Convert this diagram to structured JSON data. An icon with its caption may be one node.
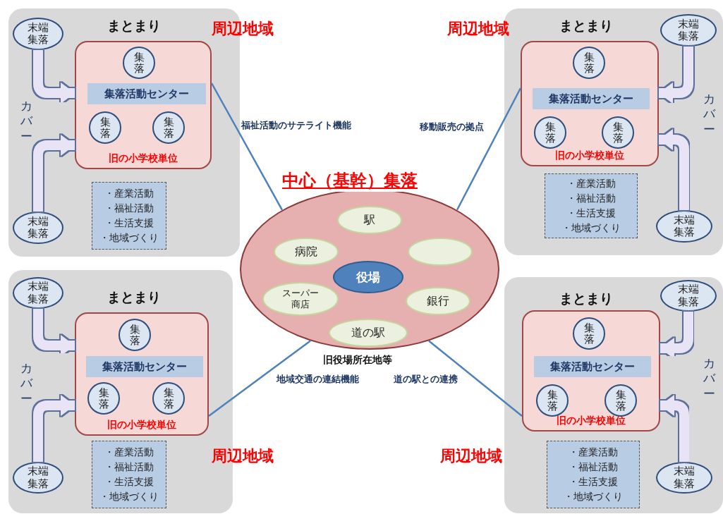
{
  "diagram": {
    "nodes": [
      {
        "text": [
          "まとまり"
        ],
        "beside": [
          "周辺地域"
        ]
      },
      {
        "text": [
          "末端集落"
        ],
        "in": 0
      },
      {
        "text": [
          "旧の小学校単位"
        ],
        "in": 0
      },
      {
        "text": [
          "集落"
        ],
        "in": 2
      },
      {
        "text": [
          "集落活動センター"
        ],
        "in": 2
      },
      {
        "text": [
          "集落"
        ],
        "in": 2
      },
      {
        "text": [
          "集落"
        ],
        "in": 2
      },
      {
        "text": [
          "末端集落"
        ],
        "in": 0
      },
      {
        "text": [
          "・産業活動",
          "・福祉活動",
          "・生活支援",
          "・地域づくり"
        ],
        "in": 0
      },
      {
        "text": [
          "まとまり"
        ],
        "beside": [
          "周辺地域"
        ]
      },
      {
        "text": [
          "末端集落"
        ],
        "in": 9
      },
      {
        "text": [
          "旧の小学校単位"
        ],
        "in": 9
      },
      {
        "text": [
          "集落"
        ],
        "in": 11
      },
      {
        "text": [
          "集落活動センター"
        ],
        "in": 11
      },
      {
        "text": [
          "集落"
        ],
        "in": 11
      },
      {
        "text": [
          "集落"
        ],
        "in": 11
      },
      {
        "text": [
          "末端集落"
        ],
        "in": 9
      },
      {
        "text": [
          "・産業活動",
          "・福祉活動",
          "・生活支援",
          "・地域づくり"
        ],
        "in": 9
      },
      {
        "text": [
          "中心（基幹）集落"
        ],
        "beside": [
          "旧役場所在地等"
        ]
      },
      {
        "text": [
          "駅"
        ],
        "in": 18
      },
      {
        "text": [
          "病院"
        ],
        "in": 18
      },
      {
        "text": [],
        "shape": "ellipse",
        "in": 18
      },
      {
        "text": [
          "役場"
        ],
        "in": 18
      },
      {
        "text": [
          "スーパー商店"
        ],
        "in": 18
      },
      {
        "text": [
          "銀行"
        ],
        "in": 18
      },
      {
        "text": [
          "道の駅"
        ],
        "in": 18
      },
      {
        "text": [
          "まとまり"
        ],
        "beside": [
          "周辺地域"
        ]
      },
      {
        "text": [
          "末端集落"
        ],
        "in": 26
      },
      {
        "text": [
          "旧の小学校単位"
        ],
        "in": 26
      },
      {
        "text": [
          "集落"
        ],
        "in": 28
      },
      {
        "text": [
          "集落活動センター"
        ],
        "in": 28
      },
      {
        "text": [
          "集落"
        ],
        "in": 28
      },
      {
        "text": [
          "集落"
        ],
        "in": 28
      },
      {
        "text": [
          "末端集落"
        ],
        "in": 26
      },
      {
        "text": [
          "・産業活動",
          "・福祉活動",
          "・生活支援",
          "・地域づくり"
        ],
        "in": 26
      },
      {
        "text": [
          "まとまり"
        ],
        "beside": [
          "周辺地域"
        ]
      },
      {
        "text": [
          "末端集落"
        ],
        "in": 35
      },
      {
        "text": [
          "旧の小学校単位"
        ],
        "in": 35
      },
      {
        "text": [
          "集落"
        ],
        "in": 37
      },
      {
        "text": [
          "集落活動センター"
        ],
        "in": 37
      },
      {
        "text": [
          "集落"
        ],
        "in": 37
      },
      {
        "text": [
          "集落"
        ],
        "in": 37
      },
      {
        "text": [
          "末端集落"
        ],
        "in": 35
      },
      {
        "text": [
          "・産業活動",
          "・福祉活動",
          "・生活支援",
          "・地域づくり"
        ],
        "in": 35
      }
    ],
    "edges": [
      {
        "from": 1,
        "to": 2,
        "arrow": "to"
      },
      {
        "from": 7,
        "to": 2,
        "arrow": "to"
      },
      {
        "from": 2,
        "to": 18,
        "arrow": "none",
        "label": "福祉活動のサテライト機能",
        "color": "#4f81bd"
      },
      {
        "from": 10,
        "to": 11,
        "arrow": "to"
      },
      {
        "from": 16,
        "to": 11,
        "arrow": "to"
      },
      {
        "from": 11,
        "to": 18,
        "arrow": "none",
        "label": "移動販売の拠点",
        "color": "#4f81bd"
      },
      {
        "from": 27,
        "to": 28,
        "arrow": "to"
      },
      {
        "from": 33,
        "to": 28,
        "arrow": "to"
      },
      {
        "from": 28,
        "to": 18,
        "arrow": "none",
        "label": "地域交通の連結機能",
        "color": "#4f81bd"
      },
      {
        "from": 36,
        "to": 37,
        "arrow": "to"
      },
      {
        "from": 42,
        "to": 37,
        "arrow": "to"
      },
      {
        "from": 37,
        "to": 18,
        "arrow": "none",
        "label": "道の駅との連携",
        "color": "#4f81bd"
      }
    ],
    "labels": [
      "カバー",
      "カバー",
      "カバー",
      "カバー"
    ]
  }
}
